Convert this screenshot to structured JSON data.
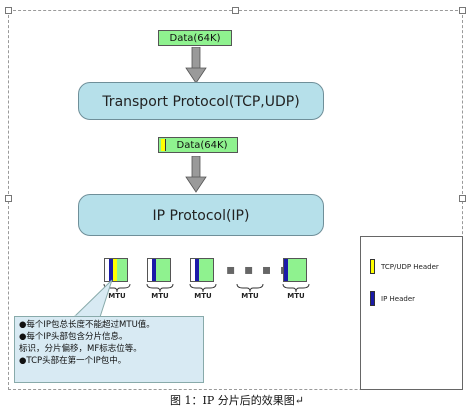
{
  "top_data_label": "Data(64K)",
  "transport_label": "Transport Protocol(TCP,UDP)",
  "segment_data_label": "Data(64K)",
  "ip_label": "IP Protocol(IP)",
  "mtu_labels": [
    "MTU",
    "MTU",
    "MTU",
    "MTU",
    "MTU"
  ],
  "ellipsis": "▪ ▪ ▪ ▪ ▪",
  "notes": [
    "●每个IP包总长度不能超过MTU值。",
    "●每个IP头部包含分片信息。",
    "   标识，分片偏移，MF标志位等。",
    "●TCP头部在第一个IP包中。"
  ],
  "legend": {
    "tcp_udp_header": "TCP/UDP Header",
    "ip_header": "IP Header"
  },
  "caption": "图 1：IP 分片后的效果图↵",
  "colors": {
    "data_green": "#8ff28f",
    "layer_blue": "#b6e0ea",
    "header_yellow": "#ffff00",
    "header_blue": "#1a1aa8",
    "note_bg": "#d8eaf3"
  }
}
